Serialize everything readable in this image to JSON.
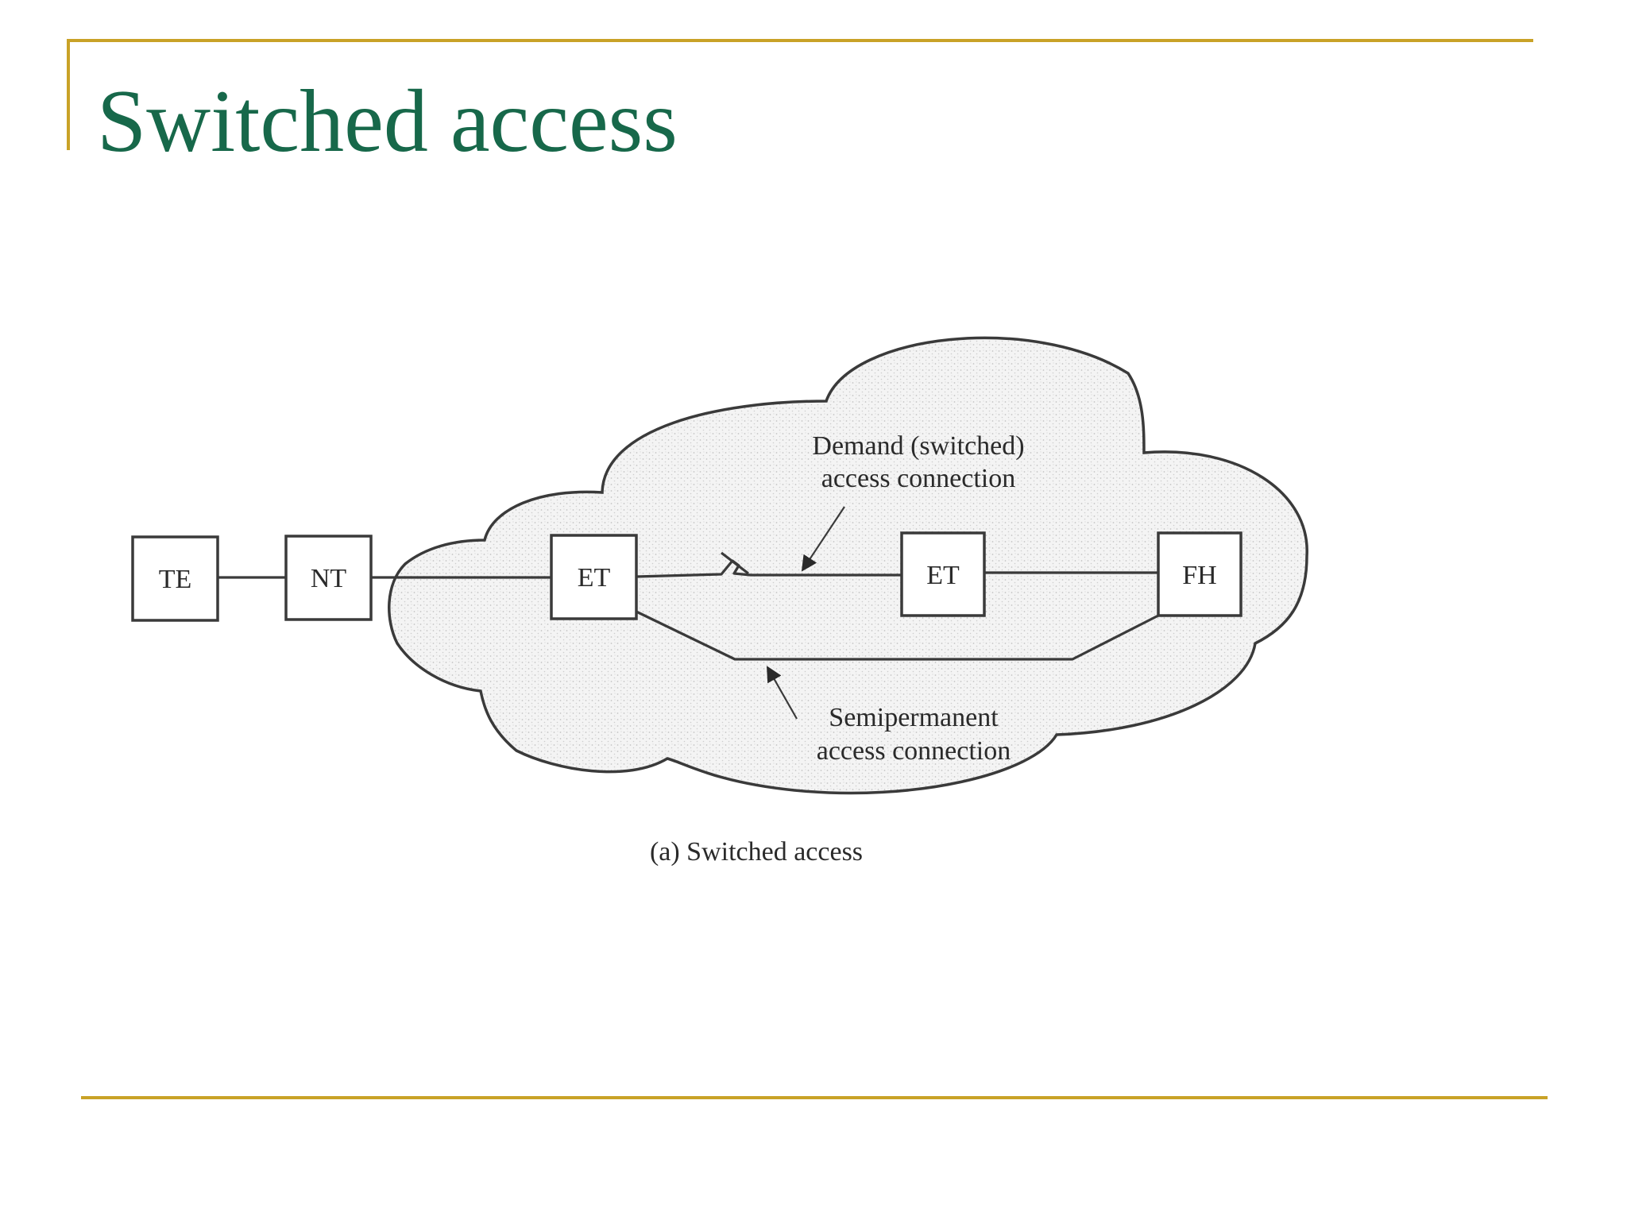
{
  "slide": {
    "title": "Switched access",
    "accent_color": "#c9a227",
    "title_color": "#17684a"
  },
  "diagram": {
    "nodes": {
      "te": "TE",
      "nt": "NT",
      "et1": "ET",
      "et2": "ET",
      "fh": "FH"
    },
    "labels": {
      "demand_line1": "Demand (switched)",
      "demand_line2": "access connection",
      "semi_line1": "Semipermanent",
      "semi_line2": "access connection"
    },
    "caption": "(a) Switched access"
  }
}
